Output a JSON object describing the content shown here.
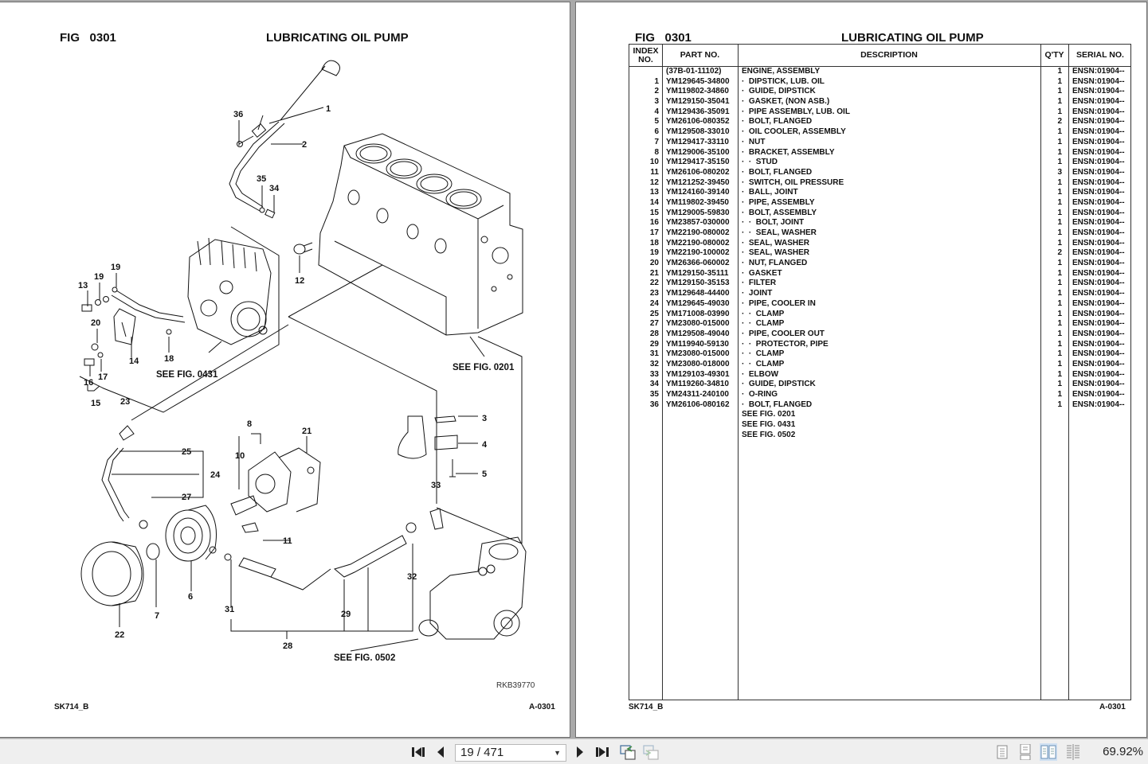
{
  "left_page": {
    "fig_label": "FIG",
    "fig_number": "0301",
    "title": "LUBRICATING OIL PUMP",
    "drawing_code": "RKB39770",
    "footer_left": "SK714_B",
    "footer_right": "A-0301",
    "callouts": [
      "1",
      "2",
      "3",
      "4",
      "5",
      "6",
      "7",
      "8",
      "10",
      "11",
      "12",
      "13",
      "14",
      "15",
      "16",
      "17",
      "18",
      "19",
      "19",
      "20",
      "21",
      "22",
      "23",
      "24",
      "25",
      "27",
      "28",
      "29",
      "31",
      "32",
      "33",
      "34",
      "35",
      "36"
    ],
    "references": [
      "SEE FIG. 0431",
      "SEE FIG. 0201",
      "SEE FIG. 0502"
    ]
  },
  "right_page": {
    "fig_label": "FIG",
    "fig_number": "0301",
    "title": "LUBRICATING OIL PUMP",
    "footer_left": "SK714_B",
    "footer_right": "A-0301",
    "columns": {
      "index": "INDEX NO.",
      "part": "PART NO.",
      "description": "DESCRIPTION",
      "qty": "Q'TY",
      "serial": "SERIAL NO."
    },
    "rows": [
      {
        "idx": "",
        "part": "(37B-01-11102)",
        "desc": "ENGINE, ASSEMBLY",
        "qty": "1",
        "serial": "ENSN:01904--"
      },
      {
        "idx": "1",
        "part": "YM129645-34800",
        "desc": "·  DIPSTICK, LUB. OIL",
        "qty": "1",
        "serial": "ENSN:01904--"
      },
      {
        "idx": "2",
        "part": "YM119802-34860",
        "desc": "·  GUIDE, DIPSTICK",
        "qty": "1",
        "serial": "ENSN:01904--"
      },
      {
        "idx": "3",
        "part": "YM129150-35041",
        "desc": "·  GASKET, (NON ASB.)",
        "qty": "1",
        "serial": "ENSN:01904--"
      },
      {
        "idx": "4",
        "part": "YM129436-35091",
        "desc": "·  PIPE ASSEMBLY, LUB. OIL",
        "qty": "1",
        "serial": "ENSN:01904--"
      },
      {
        "idx": "5",
        "part": "YM26106-080352",
        "desc": "·  BOLT, FLANGED",
        "qty": "2",
        "serial": "ENSN:01904--"
      },
      {
        "idx": "6",
        "part": "YM129508-33010",
        "desc": "·  OIL COOLER, ASSEMBLY",
        "qty": "1",
        "serial": "ENSN:01904--"
      },
      {
        "idx": "7",
        "part": "YM129417-33110",
        "desc": "·  NUT",
        "qty": "1",
        "serial": "ENSN:01904--"
      },
      {
        "idx": "8",
        "part": "YM129006-35100",
        "desc": "·  BRACKET, ASSEMBLY",
        "qty": "1",
        "serial": "ENSN:01904--"
      },
      {
        "idx": "10",
        "part": "YM129417-35150",
        "desc": "·  ·  STUD",
        "qty": "1",
        "serial": "ENSN:01904--"
      },
      {
        "idx": "11",
        "part": "YM26106-080202",
        "desc": "·  BOLT, FLANGED",
        "qty": "3",
        "serial": "ENSN:01904--"
      },
      {
        "idx": "12",
        "part": "YM121252-39450",
        "desc": "·  SWITCH, OIL PRESSURE",
        "qty": "1",
        "serial": "ENSN:01904--"
      },
      {
        "idx": "13",
        "part": "YM124160-39140",
        "desc": "·  BALL, JOINT",
        "qty": "1",
        "serial": "ENSN:01904--"
      },
      {
        "idx": "14",
        "part": "YM119802-39450",
        "desc": "·  PIPE, ASSEMBLY",
        "qty": "1",
        "serial": "ENSN:01904--"
      },
      {
        "idx": "15",
        "part": "YM129005-59830",
        "desc": "·  BOLT, ASSEMBLY",
        "qty": "1",
        "serial": "ENSN:01904--"
      },
      {
        "idx": "16",
        "part": "YM23857-030000",
        "desc": "·  ·  BOLT, JOINT",
        "qty": "1",
        "serial": "ENSN:01904--"
      },
      {
        "idx": "17",
        "part": "YM22190-080002",
        "desc": "·  ·  SEAL, WASHER",
        "qty": "1",
        "serial": "ENSN:01904--"
      },
      {
        "idx": "18",
        "part": "YM22190-080002",
        "desc": "·  SEAL, WASHER",
        "qty": "1",
        "serial": "ENSN:01904--"
      },
      {
        "idx": "19",
        "part": "YM22190-100002",
        "desc": "·  SEAL, WASHER",
        "qty": "2",
        "serial": "ENSN:01904--"
      },
      {
        "idx": "20",
        "part": "YM26366-060002",
        "desc": "·  NUT, FLANGED",
        "qty": "1",
        "serial": "ENSN:01904--"
      },
      {
        "idx": "21",
        "part": "YM129150-35111",
        "desc": "·  GASKET",
        "qty": "1",
        "serial": "ENSN:01904--"
      },
      {
        "idx": "22",
        "part": "YM129150-35153",
        "desc": "·  FILTER",
        "qty": "1",
        "serial": "ENSN:01904--"
      },
      {
        "idx": "23",
        "part": "YM129648-44400",
        "desc": "·  JOINT",
        "qty": "1",
        "serial": "ENSN:01904--"
      },
      {
        "idx": "24",
        "part": "YM129645-49030",
        "desc": "·  PIPE, COOLER IN",
        "qty": "1",
        "serial": "ENSN:01904--"
      },
      {
        "idx": "25",
        "part": "YM171008-03990",
        "desc": "·  ·  CLAMP",
        "qty": "1",
        "serial": "ENSN:01904--"
      },
      {
        "idx": "27",
        "part": "YM23080-015000",
        "desc": "·  ·  CLAMP",
        "qty": "1",
        "serial": "ENSN:01904--"
      },
      {
        "idx": "28",
        "part": "YM129508-49040",
        "desc": "·  PIPE, COOLER OUT",
        "qty": "1",
        "serial": "ENSN:01904--"
      },
      {
        "idx": "29",
        "part": "YM119940-59130",
        "desc": "·  ·  PROTECTOR, PIPE",
        "qty": "1",
        "serial": "ENSN:01904--"
      },
      {
        "idx": "31",
        "part": "YM23080-015000",
        "desc": "·  ·  CLAMP",
        "qty": "1",
        "serial": "ENSN:01904--"
      },
      {
        "idx": "32",
        "part": "YM23080-018000",
        "desc": "·  ·  CLAMP",
        "qty": "1",
        "serial": "ENSN:01904--"
      },
      {
        "idx": "33",
        "part": "YM129103-49301",
        "desc": "·  ELBOW",
        "qty": "1",
        "serial": "ENSN:01904--"
      },
      {
        "idx": "34",
        "part": "YM119260-34810",
        "desc": "·  GUIDE, DIPSTICK",
        "qty": "1",
        "serial": "ENSN:01904--"
      },
      {
        "idx": "35",
        "part": "YM24311-240100",
        "desc": "·  O-RING",
        "qty": "1",
        "serial": "ENSN:01904--"
      },
      {
        "idx": "36",
        "part": "YM26106-080162",
        "desc": "·  BOLT, FLANGED",
        "qty": "1",
        "serial": "ENSN:01904--"
      },
      {
        "idx": "",
        "part": "",
        "desc": "SEE FIG. 0201",
        "qty": "",
        "serial": ""
      },
      {
        "idx": "",
        "part": "",
        "desc": "SEE FIG. 0431",
        "qty": "",
        "serial": ""
      },
      {
        "idx": "",
        "part": "",
        "desc": "SEE FIG. 0502",
        "qty": "",
        "serial": ""
      }
    ]
  },
  "toolbar": {
    "first_page_icon": "first-page-icon",
    "prev_page_icon": "previous-page-icon",
    "page_indicator": "19 / 471",
    "next_page_icon": "next-page-icon",
    "last_page_icon": "last-page-icon",
    "back_view_icon": "previous-view-icon",
    "forward_view_icon": "next-view-icon",
    "view_modes": [
      "single-page",
      "single-continuous",
      "two-page",
      "two-continuous"
    ],
    "active_view_mode": "two-page",
    "zoom": "69.92%"
  }
}
